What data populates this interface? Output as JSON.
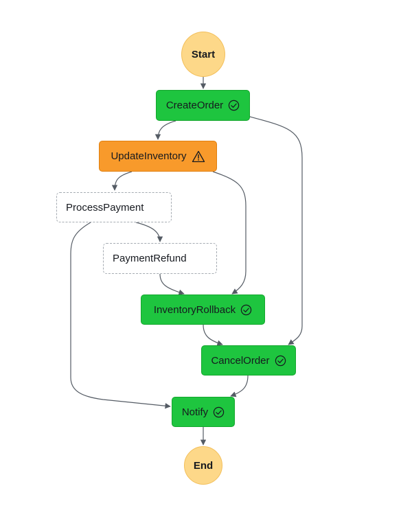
{
  "workflow": {
    "nodes": {
      "start": {
        "label": "Start",
        "kind": "terminal"
      },
      "create_order": {
        "label": "CreateOrder",
        "status": "succeeded",
        "icon": "check-circle-icon"
      },
      "update_inventory": {
        "label": "UpdateInventory",
        "status": "caught-error",
        "icon": "warning-triangle-icon"
      },
      "process_payment": {
        "label": "ProcessPayment",
        "status": "not-run"
      },
      "payment_refund": {
        "label": "PaymentRefund",
        "status": "not-run"
      },
      "inventory_rollback": {
        "label": "InventoryRollback",
        "status": "succeeded",
        "icon": "check-circle-icon"
      },
      "cancel_order": {
        "label": "CancelOrder",
        "status": "succeeded",
        "icon": "check-circle-icon"
      },
      "notify": {
        "label": "Notify",
        "status": "succeeded",
        "icon": "check-circle-icon"
      },
      "end": {
        "label": "End",
        "kind": "terminal"
      }
    },
    "edges": [
      {
        "from": "Start",
        "to": "CreateOrder"
      },
      {
        "from": "CreateOrder",
        "to": "UpdateInventory"
      },
      {
        "from": "CreateOrder",
        "to": "CancelOrder"
      },
      {
        "from": "UpdateInventory",
        "to": "ProcessPayment"
      },
      {
        "from": "UpdateInventory",
        "to": "InventoryRollback"
      },
      {
        "from": "ProcessPayment",
        "to": "PaymentRefund"
      },
      {
        "from": "ProcessPayment",
        "to": "Notify"
      },
      {
        "from": "PaymentRefund",
        "to": "InventoryRollback"
      },
      {
        "from": "InventoryRollback",
        "to": "CancelOrder"
      },
      {
        "from": "CancelOrder",
        "to": "Notify"
      },
      {
        "from": "Notify",
        "to": "End"
      }
    ]
  },
  "colors": {
    "succeeded": "#1ec53f",
    "caught_error": "#f89a2b",
    "terminal": "#fdd889",
    "not_run_border": "#a4aab1",
    "edge": "#545b64"
  }
}
